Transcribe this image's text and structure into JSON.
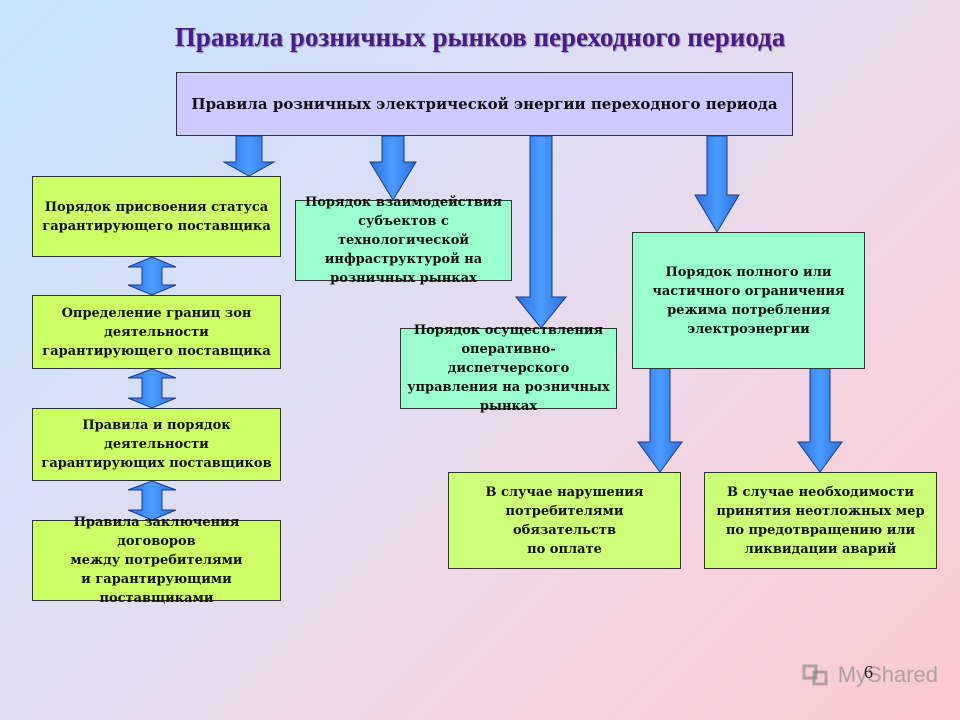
{
  "title": "Правила розничных рынков переходного периода",
  "top_box": "Правила розничных электрической энергии переходного периода",
  "left_column": [
    "Порядок присвоения статуса\nгарантирующего поставщика",
    "Определение границ зон\nдеятельности\nгарантирующего поставщика",
    "Правила и порядок деятельности\nгарантирующих поставщиков",
    "Правила заключения договоров\nмежду потребителями\nи гарантирующими\nпоставщиками"
  ],
  "interaction_box": "Порядок взаимодействия\nсубъектов с технологической\nинфраструктурой на\nрозничных рынках",
  "dispatch_box": "Порядок осуществления\nоперативно-диспетчерского\nуправления на розничных\nрынках",
  "restriction_box": "Порядок полного или\nчастичного ограничения\nрежима потребления\nэлектроэнергии",
  "violation_box": "В случае нарушения\nпотребителями обязательств\nпо оплате",
  "emergency_box": "В случае необходимости\nпринятия неотложных мер\nпо предотвращению или\nликвидации аварий",
  "page_number": "6",
  "watermark": "MyShared",
  "colors": {
    "title": "#4a1a8c",
    "arrow": "#3f8ff0",
    "top_box": "#cccaff",
    "left_boxes": "#ccff66",
    "mint_boxes": "#99ffcc",
    "green_boxes": "#ccff77"
  }
}
